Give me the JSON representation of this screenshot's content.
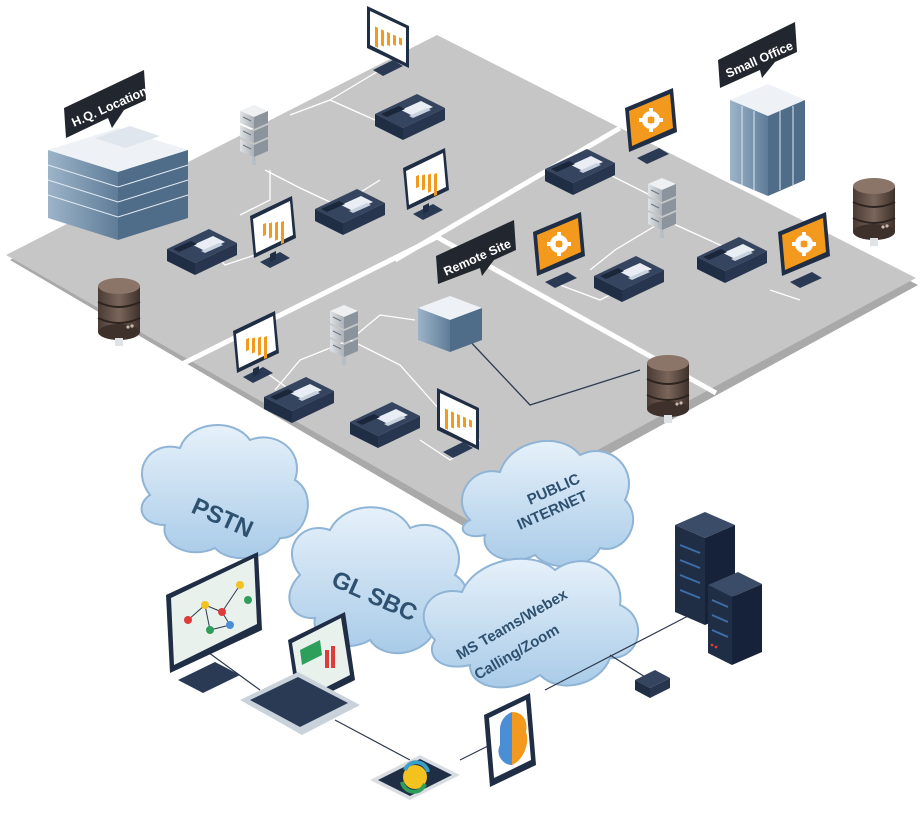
{
  "sites": {
    "hq": {
      "label": "H.Q. Location"
    },
    "small": {
      "label": "Small Office"
    },
    "remote": {
      "label": "Remote Site"
    }
  },
  "clouds": {
    "pstn": {
      "label": "PSTN"
    },
    "internet": {
      "line1": "PUBLIC",
      "line2": "INTERNET"
    },
    "sbc": {
      "label": "GL SBC"
    },
    "teams": {
      "line1": "MS Teams/Webex",
      "line2": "Calling/Zoom"
    }
  },
  "colors": {
    "floor": "#c4c4c4",
    "floor_edge": "#a9a9a9",
    "dark_navy": "#1f2d45",
    "accent_orange": "#f39a1e",
    "cloud": "#bcd7ee",
    "cloud_text": "#2f5170",
    "callout": "#22262e"
  },
  "icons": [
    "building-icon",
    "server-stack-icon",
    "ip-phone-icon",
    "monitor-chart-icon",
    "monitor-gear-icon",
    "database-icon",
    "server-rack-icon",
    "laptop-icon",
    "tablet-brain-icon",
    "smartphone-icon",
    "network-switch-icon",
    "network-graph-monitor-icon"
  ]
}
